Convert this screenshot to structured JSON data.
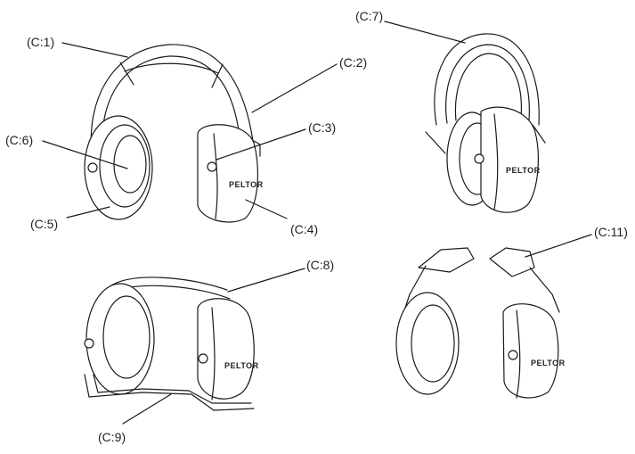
{
  "labels": {
    "c1": "(C:1)",
    "c2": "(C:2)",
    "c3": "(C:3)",
    "c4": "(C:4)",
    "c5": "(C:5)",
    "c6": "(C:6)",
    "c7": "(C:7)",
    "c8": "(C:8)",
    "c9": "(C:9)",
    "c11": "(C:11)"
  },
  "brand_mark": "PELTOR"
}
